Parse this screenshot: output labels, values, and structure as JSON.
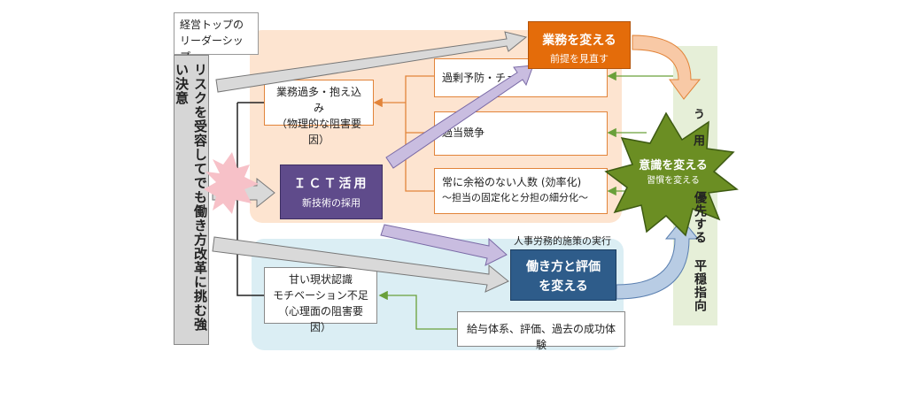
{
  "diagram": {
    "leadership": {
      "line1": "経営トップの",
      "line2": "リーダーシップ"
    },
    "resolve_text": "リスクを受容してでも働き方改革に挑む強い決意",
    "obstacle_physical": {
      "line1": "業務過多・抱え込み",
      "line2": "（物理的な阻害要因）"
    },
    "obstacle_mental": {
      "line1": "甘い現状認識",
      "line2": "モチベーション不足",
      "line3": "（心理面の阻害要因）"
    },
    "ict": {
      "title": "ＩＣＴ活用",
      "subtitle": "新技術の採用"
    },
    "change_business": {
      "title": "業務を変える",
      "subtitle": "前提を見直す"
    },
    "change_evaluation": {
      "line1": "働き方と評価",
      "line2": "を変える",
      "label_above": "人事労務的施策の実行"
    },
    "change_mindset": {
      "title": "意識を変える",
      "subtitle": "習慣を変える"
    },
    "causes": [
      "過剰予防・チェ",
      "過当競争",
      "常に余裕のない人数 (効率化)",
      "〜担当の固定化と分担の細分化〜"
    ],
    "evaluation_cause": "給与体系、評価、過去の成功体験",
    "right_column_text": "優先する 平穏指向",
    "right_partial": "う 用",
    "colors": {
      "orange_box": "#e46c0a",
      "purple_box": "#5f4b8b",
      "blue_box": "#2e5c8a",
      "green_star": "#6b8e23",
      "peach_zone": "#fde3cf",
      "blue_zone": "#dbeef4",
      "green_column": "#e8f0dc"
    }
  }
}
